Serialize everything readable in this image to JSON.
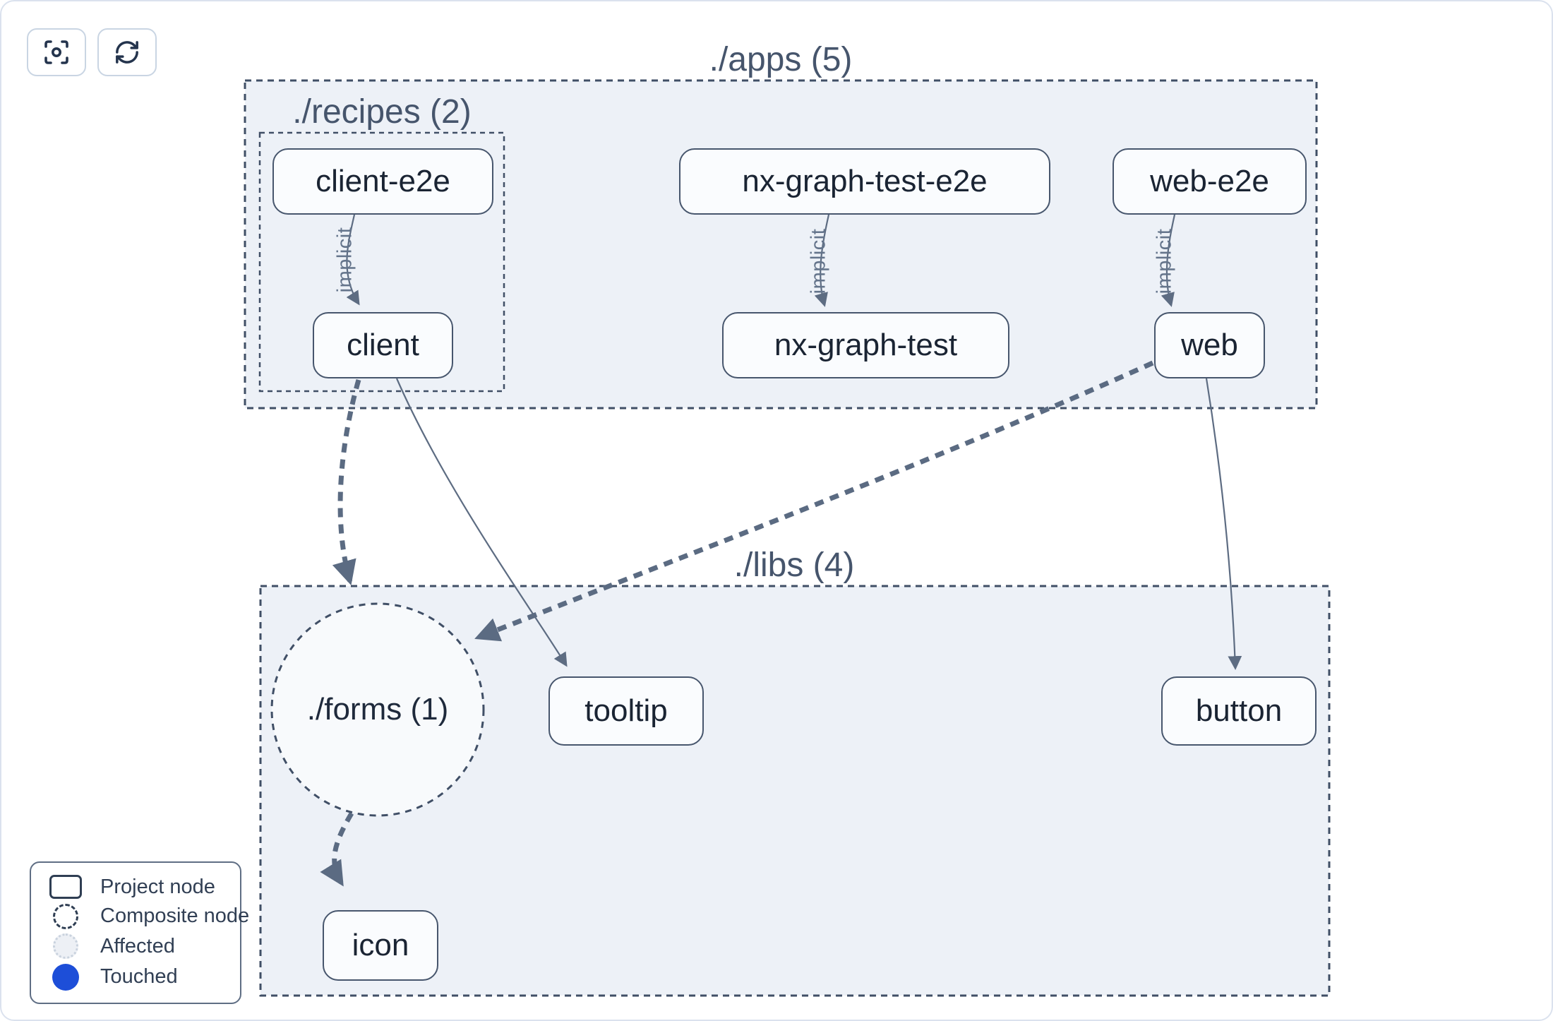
{
  "toolbar": {
    "buttons": [
      {
        "name": "zoom-to-fit",
        "icon": "focus-icon"
      },
      {
        "name": "refresh",
        "icon": "refresh-icon"
      }
    ]
  },
  "graph": {
    "groups": {
      "apps": {
        "label": "./apps (5)"
      },
      "recipes": {
        "label": "./recipes (2)"
      },
      "libs": {
        "label": "./libs (4)"
      }
    },
    "nodes": {
      "client_e2e": {
        "label": "client-e2e",
        "type": "project"
      },
      "nx_graph_test_e2e": {
        "label": "nx-graph-test-e2e",
        "type": "project"
      },
      "web_e2e": {
        "label": "web-e2e",
        "type": "project"
      },
      "client": {
        "label": "client",
        "type": "project"
      },
      "nx_graph_test": {
        "label": "nx-graph-test",
        "type": "project"
      },
      "web": {
        "label": "web",
        "type": "project"
      },
      "forms": {
        "label": "./forms (1)",
        "type": "composite"
      },
      "tooltip": {
        "label": "tooltip",
        "type": "project"
      },
      "button": {
        "label": "button",
        "type": "project"
      },
      "icon": {
        "label": "icon",
        "type": "project"
      }
    },
    "edge_label": "implicit",
    "edges": [
      {
        "from": "client-e2e",
        "to": "client",
        "style": "implicit"
      },
      {
        "from": "nx-graph-test-e2e",
        "to": "nx-graph-test",
        "style": "implicit"
      },
      {
        "from": "web-e2e",
        "to": "web",
        "style": "implicit"
      },
      {
        "from": "client",
        "to": "./forms (1)",
        "style": "thick-dashed"
      },
      {
        "from": "client",
        "to": "tooltip",
        "style": "solid"
      },
      {
        "from": "web",
        "to": "./forms (1)",
        "style": "thick-dashed"
      },
      {
        "from": "web",
        "to": "button",
        "style": "solid"
      },
      {
        "from": "./forms (1)",
        "to": "icon",
        "style": "thick-dashed"
      }
    ]
  },
  "legend": {
    "items": [
      {
        "icon": "project-node-swatch",
        "label": "Project node"
      },
      {
        "icon": "composite-node-swatch",
        "label": "Composite node"
      },
      {
        "icon": "affected-swatch",
        "label": "Affected"
      },
      {
        "icon": "touched-swatch",
        "label": "Touched"
      }
    ]
  },
  "colors": {
    "canvas_bg": "#ffffff",
    "card_border": "#dbe2ee",
    "group_fill": "#edf1f7",
    "group_border": "#404f66",
    "node_fill": "#fafcfe",
    "node_border": "#47566d",
    "node_text": "#1a2433",
    "group_label_text": "#46556c",
    "edge": "#5d6c82",
    "edge_label_text": "#64748b",
    "affected_fill": "#edf0f5",
    "touched_blue": "#1d4ed8"
  }
}
